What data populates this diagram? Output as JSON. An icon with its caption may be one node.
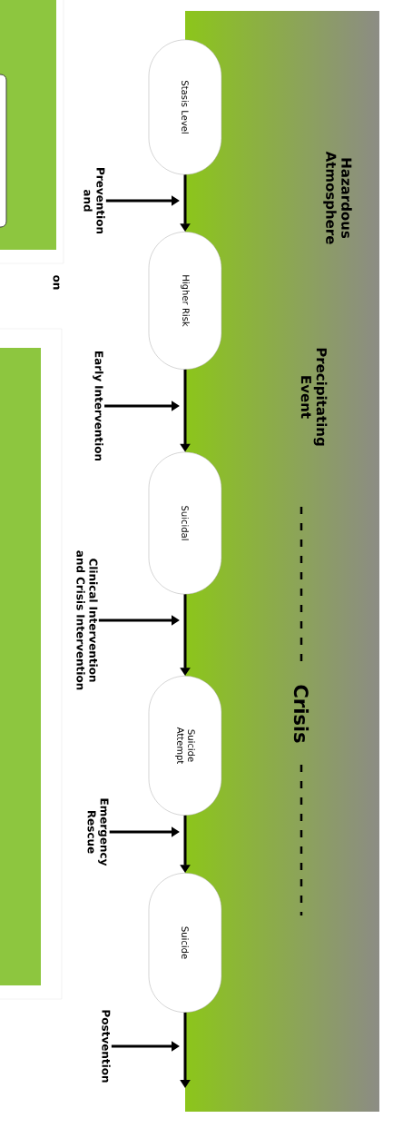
{
  "diagram": {
    "nodes": [
      {
        "text": [
          "Stasis Level"
        ]
      },
      {
        "text": [
          "Higher Risk"
        ]
      },
      {
        "text": [
          "Suicidal"
        ]
      },
      {
        "text": [
          "Suicide Attempt"
        ]
      },
      {
        "text": [
          "Suicide"
        ]
      },
      {
        "text": [
          "Prevention and"
        ]
      },
      {
        "text": [
          "Early Intervention"
        ]
      },
      {
        "text": [
          "Clinical Intervention and Crisis Intervention"
        ]
      },
      {
        "text": [
          "Emergency Rescue"
        ]
      },
      {
        "text": [
          "Postvention"
        ]
      }
    ],
    "edges": [
      {
        "from": 0,
        "to": 1,
        "arrow": "to"
      },
      {
        "from": 1,
        "to": 2,
        "arrow": "to"
      },
      {
        "from": 2,
        "to": 3,
        "arrow": "to"
      },
      {
        "from": 3,
        "to": 4,
        "arrow": "to"
      },
      {
        "from": 4,
        "to": null,
        "arrow": "to"
      },
      {
        "from": 5,
        "to": null,
        "arrow": "to"
      },
      {
        "from": 6,
        "to": null,
        "arrow": "to"
      },
      {
        "from": 7,
        "to": null,
        "arrow": "to"
      },
      {
        "from": 8,
        "to": null,
        "arrow": "to"
      },
      {
        "from": 9,
        "to": null,
        "arrow": "to"
      }
    ],
    "labels": [
      "Hazardous Atmosphere",
      "Precipitating Event",
      "Crisis",
      "on"
    ]
  }
}
